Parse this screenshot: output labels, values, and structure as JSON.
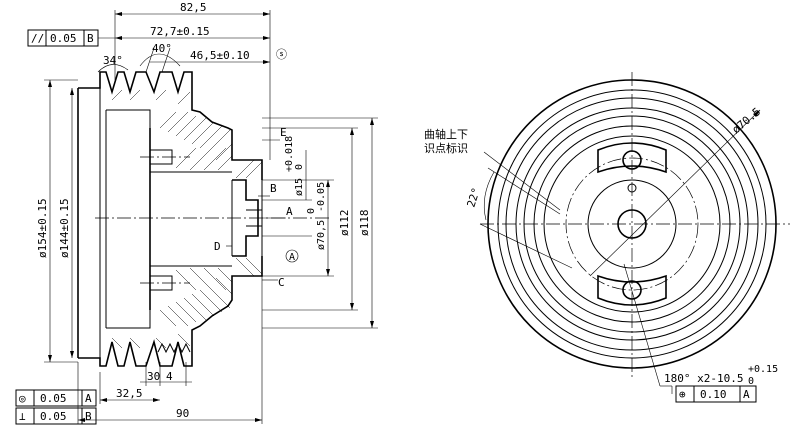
{
  "dimensions": {
    "overall_length": "82,5",
    "length_72": "72,7±0.15",
    "length_46": "46,5±0.10",
    "groove_angle": "40°",
    "angle_34": "34°",
    "dia_154": "ø154±0.15",
    "dia_144": "ø144±0.15",
    "dia_15": "ø15",
    "dia_15_tol": "+0.018",
    "dia_15_tol2": "0",
    "dia_70": "ø70,5",
    "dia_70_tol": "0",
    "dia_70_tol2": "-0.05",
    "dia_112": "ø112",
    "dia_118": "ø118",
    "width_30": "30",
    "width_4": "4",
    "width_32": "32,5",
    "width_90": "90",
    "dia_70_right": "ø70.5",
    "angle_22": "22°",
    "holes_spec": "180° x2-10.5",
    "holes_tol": "+0.15",
    "holes_tol2": "0"
  },
  "datums": {
    "A": "A",
    "B": "B",
    "C": "C",
    "D": "D",
    "E": "E",
    "A_circle": "A"
  },
  "tolerance_frames": {
    "parallel": {
      "symbol": "//",
      "value": "0.05",
      "datum": "B"
    },
    "concentric": {
      "symbol": "◎",
      "value": "0.05",
      "datum": "A"
    },
    "perpendicular": {
      "symbol": "⊥",
      "value": "0.05",
      "datum": "B"
    },
    "position": {
      "symbol": "⊕",
      "value": "0.10",
      "datum": "A"
    }
  },
  "annotations": {
    "surface_mark": "ⓢ",
    "crank_mark_line1": "曲轴上下",
    "crank_mark_line2": "识点标识"
  }
}
